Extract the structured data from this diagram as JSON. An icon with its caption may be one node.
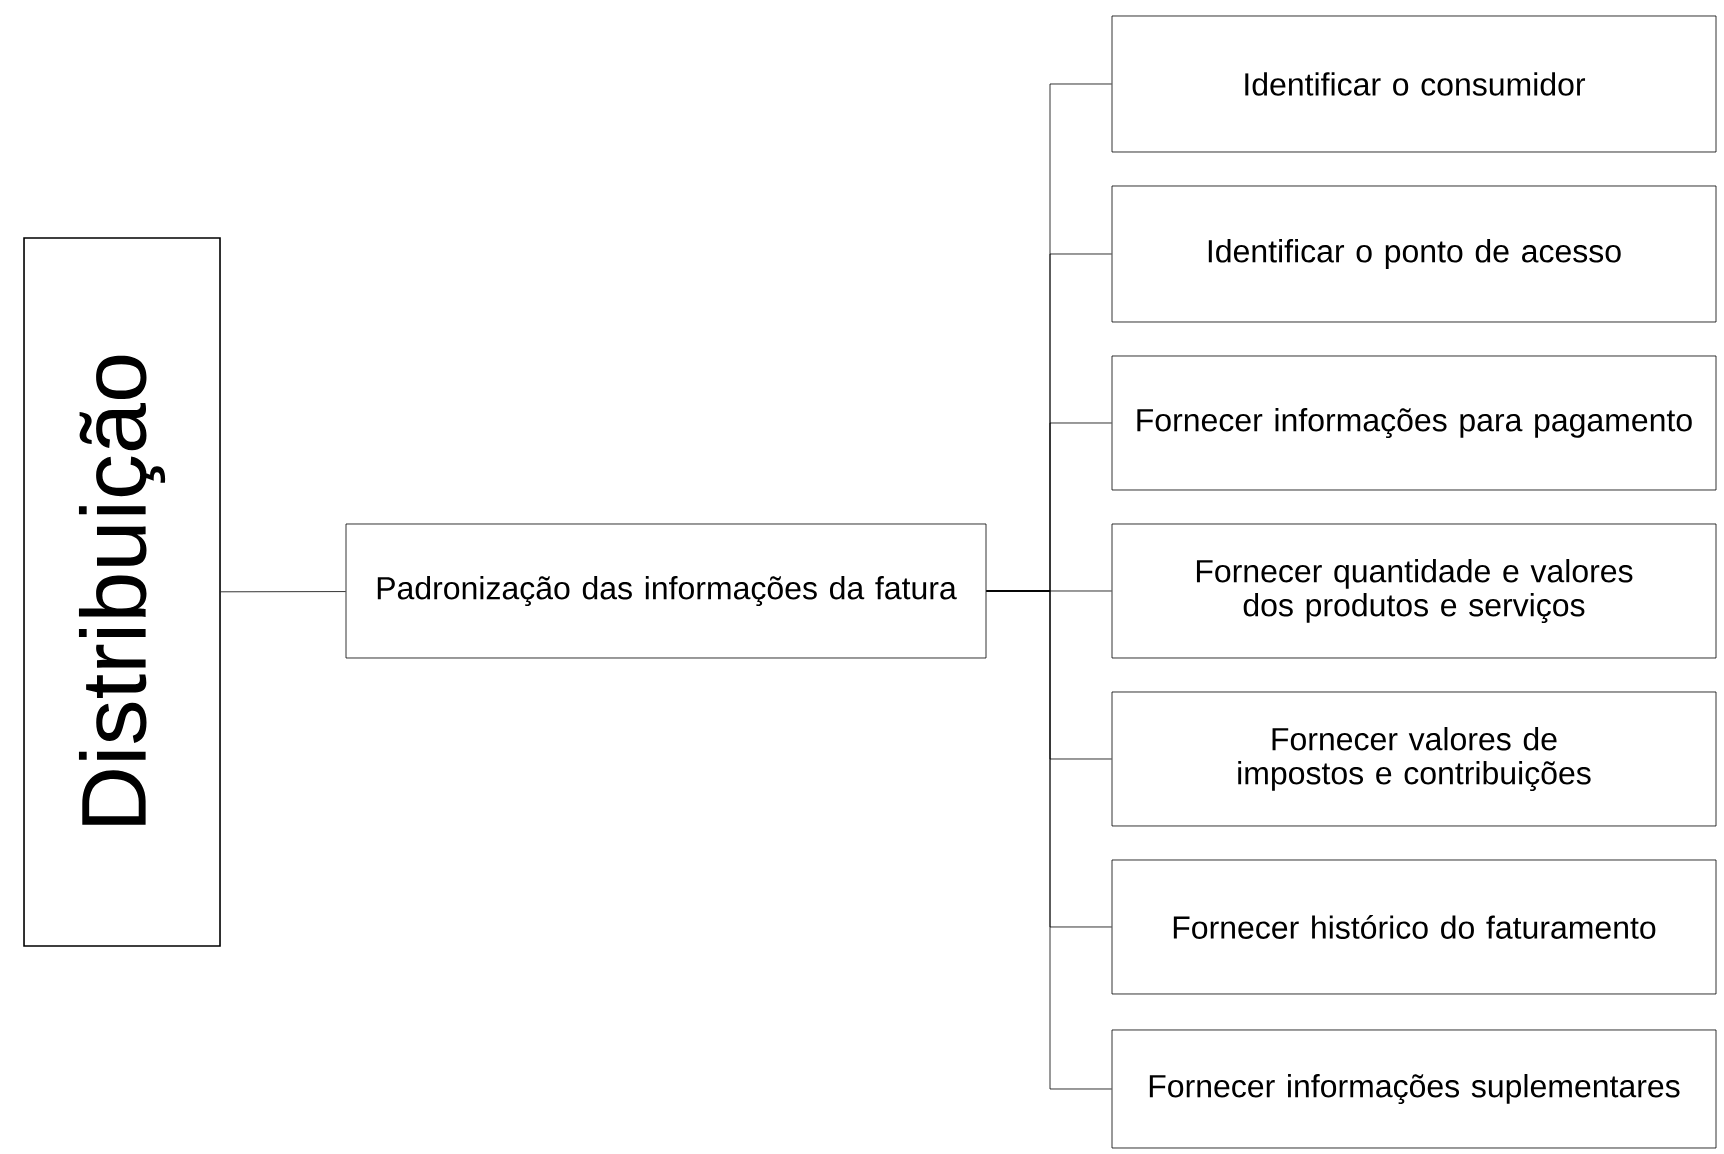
{
  "diagram": {
    "nodes": [
      {
        "text": [
          "Distribuição"
        ]
      },
      {
        "text": [
          "Padronização das informações da fatura"
        ]
      },
      {
        "text": [
          "Identificar o consumidor"
        ]
      },
      {
        "text": [
          "Identificar o ponto de acesso"
        ]
      },
      {
        "text": [
          "Fornecer informações para pagamento"
        ]
      },
      {
        "text": [
          "Fornecer quantidade e valores dos produtos e serviços"
        ]
      },
      {
        "text": [
          "Fornecer valores de impostos e contribuições"
        ]
      },
      {
        "text": [
          "Fornecer histórico do faturamento"
        ]
      },
      {
        "text": [
          "Fornecer informações suplementares"
        ]
      }
    ],
    "edges": [
      {
        "from": 0,
        "to": 1,
        "arrow": "none"
      },
      {
        "from": 1,
        "to": 2,
        "arrow": "none"
      },
      {
        "from": 1,
        "to": 3,
        "arrow": "none"
      },
      {
        "from": 1,
        "to": 4,
        "arrow": "none"
      },
      {
        "from": 1,
        "to": 5,
        "arrow": "none"
      },
      {
        "from": 1,
        "to": 6,
        "arrow": "none"
      },
      {
        "from": 1,
        "to": 7,
        "arrow": "none"
      },
      {
        "from": 1,
        "to": 8,
        "arrow": "none"
      }
    ]
  }
}
